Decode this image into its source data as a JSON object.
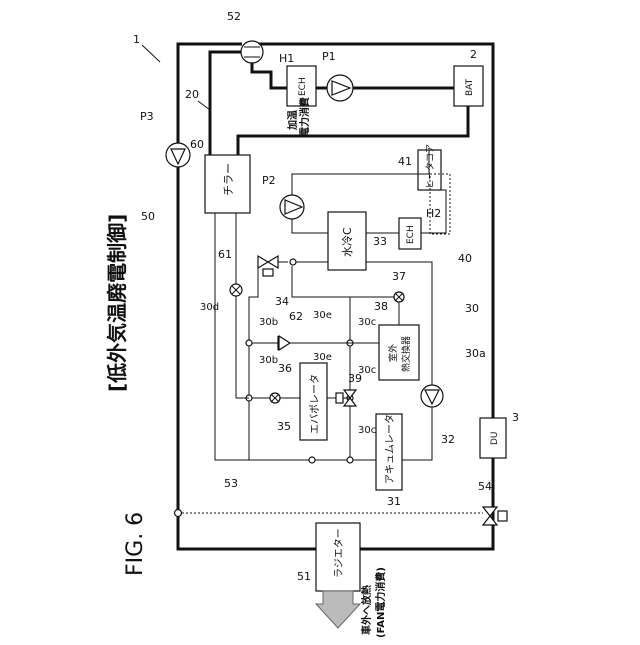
{
  "figure_label": "FIG. 6",
  "mode_title": "[低外気温廃電制御]",
  "refs": {
    "r1": "1",
    "r2": "2",
    "r3": "3",
    "r20": "20",
    "r30": "30",
    "r30a": "30a",
    "r30b1": "30b",
    "r30b2": "30b",
    "r30c1": "30c",
    "r30c2": "30c",
    "r30c3": "30c",
    "r30d": "30d",
    "r30e1": "30e",
    "r30e2": "30e",
    "r31": "31",
    "r32": "32",
    "r33": "33",
    "r34": "34",
    "r35": "35",
    "r36": "36",
    "r37": "37",
    "r38": "38",
    "r39": "39",
    "r40": "40",
    "r41": "41",
    "r50": "50",
    "r51": "51",
    "r52": "52",
    "r53": "53",
    "r54": "54",
    "r60": "60",
    "r61": "61",
    "r62": "62",
    "p1": "P1",
    "p2": "P2",
    "p3": "P3",
    "h1": "H1",
    "h2": "H2"
  },
  "components": {
    "ech1": "ECH",
    "ech2": "ECH",
    "bat": "BAT",
    "chiller": "チラー",
    "heater_core": "ヒータコア",
    "water_cond": "水冷C",
    "outdoor_hx_1": "室外",
    "outdoor_hx_2": "熱交換器",
    "evaporator": "エバポレータ",
    "accumulator": "アキュムレータ",
    "du": "DU",
    "radiator": "ラジエター"
  },
  "annotations": {
    "heat_power_1": "加温",
    "heat_power_2": "電力消費",
    "exhaust_1": "車外へ放熱",
    "exhaust_2": "(FAN電力消費)"
  }
}
